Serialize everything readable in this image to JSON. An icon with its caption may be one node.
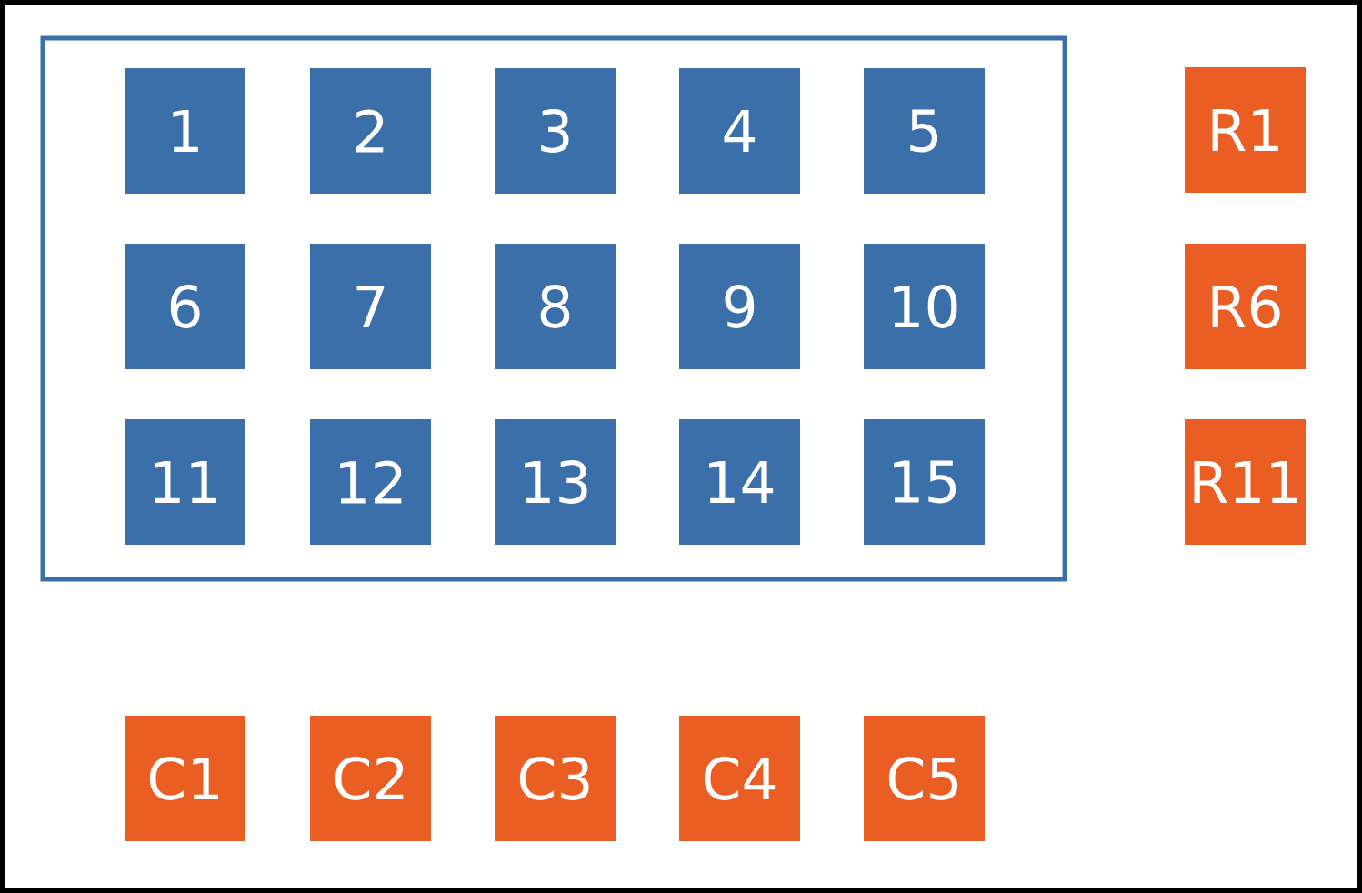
{
  "diagram": {
    "nodes": [
      {
        "text": [],
        "shape": "box"
      },
      {
        "text": [
          "1"
        ],
        "in": 0
      },
      {
        "text": [
          "2"
        ],
        "in": 0
      },
      {
        "text": [
          "3"
        ],
        "in": 0
      },
      {
        "text": [
          "4"
        ],
        "in": 0
      },
      {
        "text": [
          "5"
        ],
        "in": 0
      },
      {
        "text": [
          "6"
        ],
        "in": 0
      },
      {
        "text": [
          "7"
        ],
        "in": 0
      },
      {
        "text": [
          "8"
        ],
        "in": 0
      },
      {
        "text": [
          "9"
        ],
        "in": 0
      },
      {
        "text": [
          "10"
        ],
        "in": 0
      },
      {
        "text": [
          "11"
        ],
        "in": 0
      },
      {
        "text": [
          "12"
        ],
        "in": 0
      },
      {
        "text": [
          "13"
        ],
        "in": 0
      },
      {
        "text": [
          "14"
        ],
        "in": 0
      },
      {
        "text": [
          "15"
        ],
        "in": 0
      },
      {
        "text": [
          "R1"
        ]
      },
      {
        "text": [
          "R6"
        ]
      },
      {
        "text": [
          "R11"
        ]
      },
      {
        "text": [
          "C1"
        ]
      },
      {
        "text": [
          "C2"
        ]
      },
      {
        "text": [
          "C3"
        ]
      },
      {
        "text": [
          "C4"
        ]
      },
      {
        "text": [
          "C5"
        ]
      }
    ]
  }
}
